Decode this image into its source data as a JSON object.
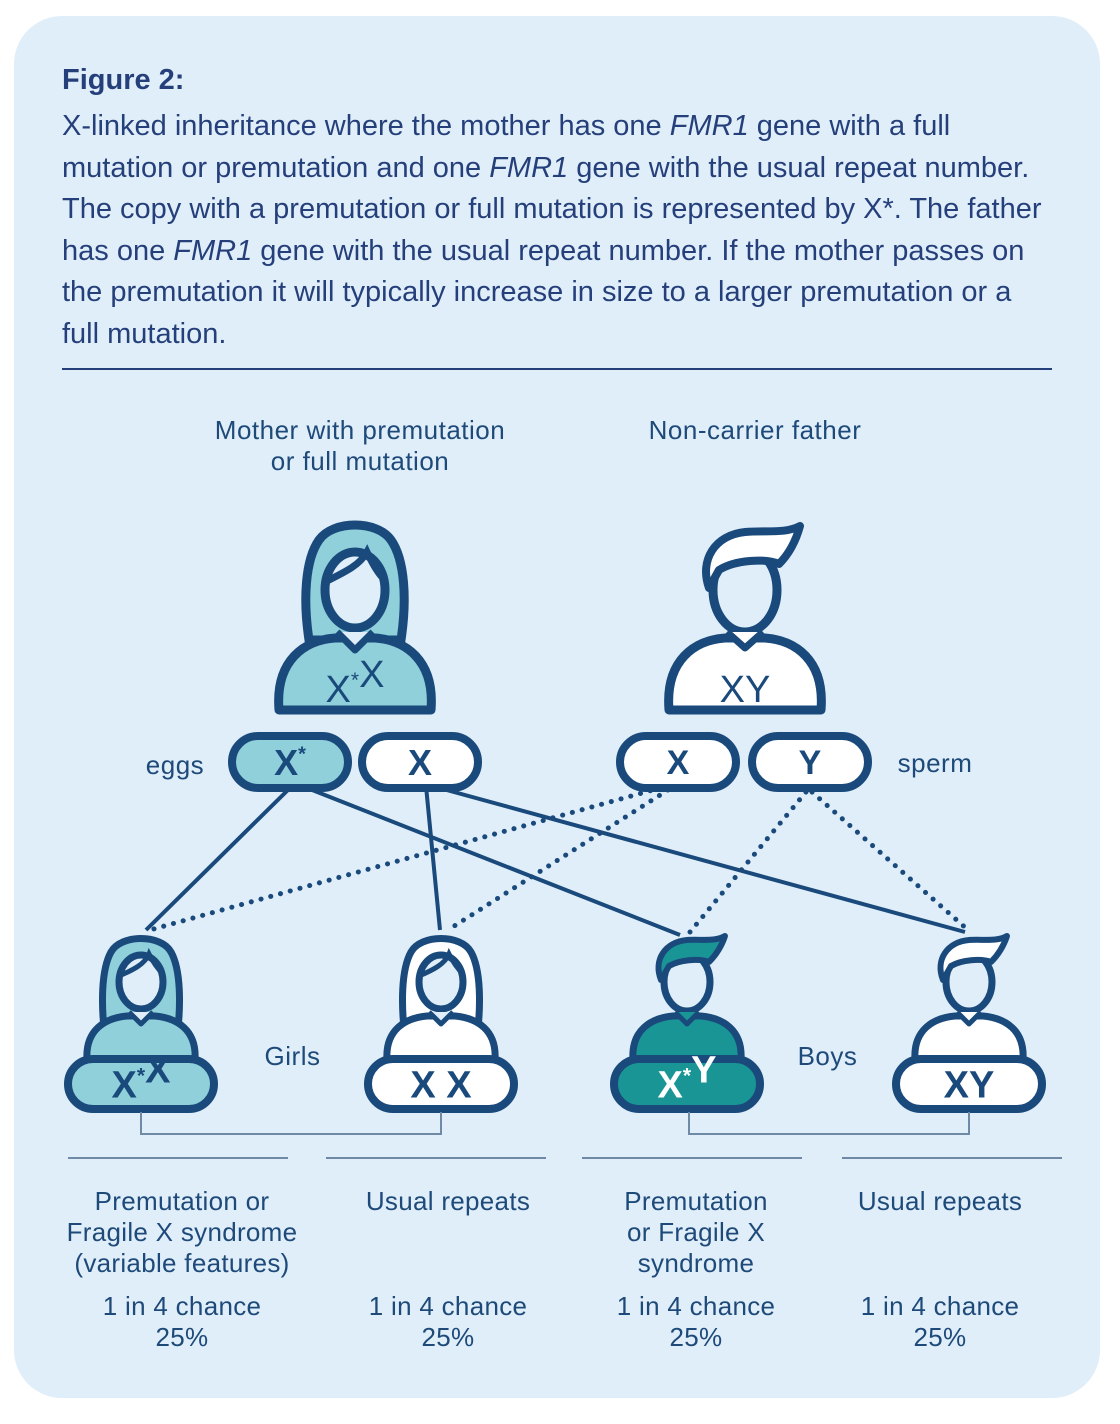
{
  "figure": {
    "title": "Figure 2:",
    "caption_parts": [
      {
        "text": "X-linked inheritance where the mother has one ",
        "italic": false
      },
      {
        "text": "FMR1",
        "italic": true
      },
      {
        "text": " gene with a full mutation or premutation and one ",
        "italic": false
      },
      {
        "text": "FMR1",
        "italic": true
      },
      {
        "text": " gene with the usual repeat number. The copy with a premutation or full mutation is represented by X*. The father has one ",
        "italic": false
      },
      {
        "text": "FMR1",
        "italic": true
      },
      {
        "text": " gene with the usual repeat number.  If the mother passes on the premutation it will typically increase in size to a larger premutation or a full mutation.",
        "italic": false
      }
    ]
  },
  "colors": {
    "navy": "#1a4a7c",
    "light_teal": "#8fd0da",
    "dark_teal": "#1a9596",
    "white": "#ffffff",
    "background": "#e0eef9"
  },
  "parents": {
    "mother": {
      "label_line1": "Mother with premutation",
      "label_line2": "or full mutation",
      "genotype": "X*X",
      "fill": "light_teal",
      "icon": "female-person-icon"
    },
    "father": {
      "label": "Non-carrier father",
      "genotype": "XY",
      "fill": "white",
      "icon": "male-person-icon"
    }
  },
  "gametes": {
    "eggs_label": "eggs",
    "sperm_label": "sperm",
    "eggs": [
      {
        "label": "X*",
        "fill": "light_teal"
      },
      {
        "label": "X",
        "fill": "white"
      }
    ],
    "sperm": [
      {
        "label": "X",
        "fill": "white"
      },
      {
        "label": "Y",
        "fill": "white"
      }
    ]
  },
  "children": {
    "girls_label": "Girls",
    "boys_label": "Boys",
    "items": [
      {
        "genotype": "X*X",
        "sex": "female",
        "fill": "light_teal",
        "outcome_lines": [
          "Premutation or",
          "Fragile X syndrome",
          "(variable features)"
        ],
        "chance": "1 in 4 chance",
        "percent": "25%"
      },
      {
        "genotype": "X X",
        "sex": "female",
        "fill": "white",
        "outcome_lines": [
          "Usual repeats"
        ],
        "chance": "1 in 4 chance",
        "percent": "25%"
      },
      {
        "genotype": "X*Y",
        "sex": "male",
        "fill": "dark_teal",
        "outcome_lines": [
          "Premutation",
          "or Fragile X",
          "syndrome"
        ],
        "chance": "1 in 4 chance",
        "percent": "25%"
      },
      {
        "genotype": "XY",
        "sex": "male",
        "fill": "white",
        "outcome_lines": [
          "Usual repeats"
        ],
        "chance": "1 in 4 chance",
        "percent": "25%"
      }
    ]
  },
  "connections": [
    {
      "from": "egg-X*",
      "to": "child-1",
      "style": "solid"
    },
    {
      "from": "egg-X*",
      "to": "child-3",
      "style": "solid"
    },
    {
      "from": "egg-X",
      "to": "child-2",
      "style": "solid"
    },
    {
      "from": "egg-X",
      "to": "child-4",
      "style": "solid"
    },
    {
      "from": "sperm-X",
      "to": "child-1",
      "style": "dotted"
    },
    {
      "from": "sperm-X",
      "to": "child-2",
      "style": "dotted"
    },
    {
      "from": "sperm-Y",
      "to": "child-3",
      "style": "dotted"
    },
    {
      "from": "sperm-Y",
      "to": "child-4",
      "style": "dotted"
    }
  ]
}
